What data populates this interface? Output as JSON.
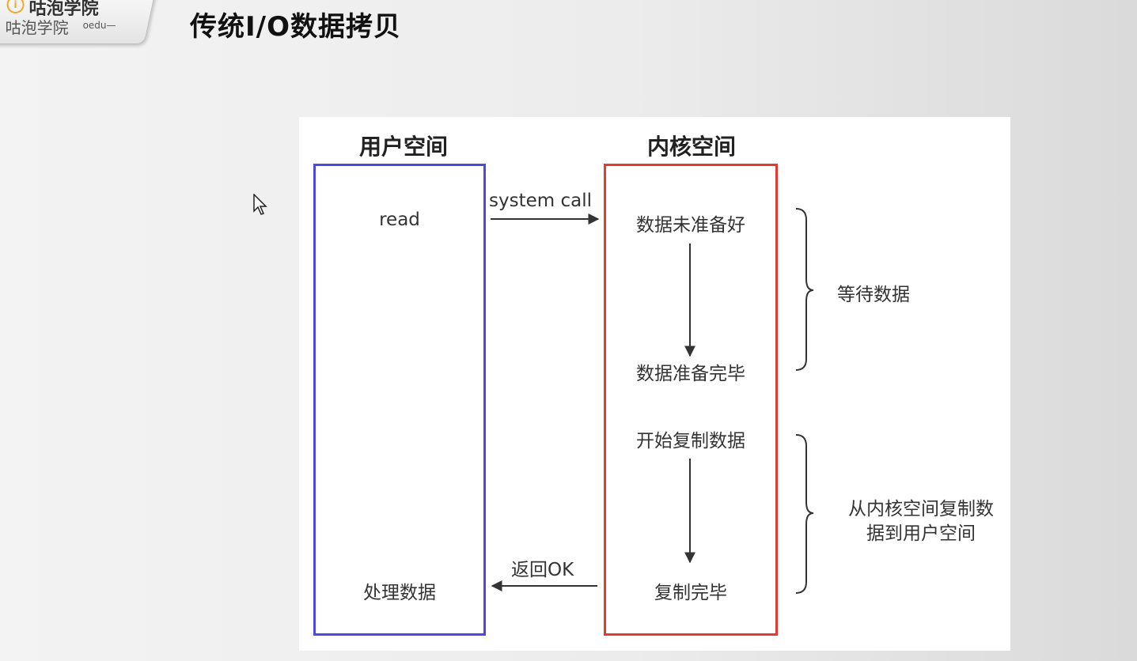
{
  "logo": {
    "mark": "i",
    "name": "咕泡学院",
    "sub": "咕泡学院",
    "sub2": "oedu—"
  },
  "title": "传统I/O数据拷贝",
  "diagram": {
    "user_space": {
      "label": "用户空间",
      "color": "#4040e0",
      "read": "read",
      "process": "处理数据"
    },
    "kernel_space": {
      "label": "内核空间",
      "color": "#e0302a",
      "not_ready": "数据未准备好",
      "ready": "数据准备完毕",
      "start_copy": "开始复制数据",
      "copy_done": "复制完毕"
    },
    "arrows": {
      "system_call": "system call",
      "return_ok": "返回OK"
    },
    "phases": {
      "wait": "等待数据",
      "copy_line1": "从内核空间复制数",
      "copy_line2": "据到用户空间"
    }
  }
}
